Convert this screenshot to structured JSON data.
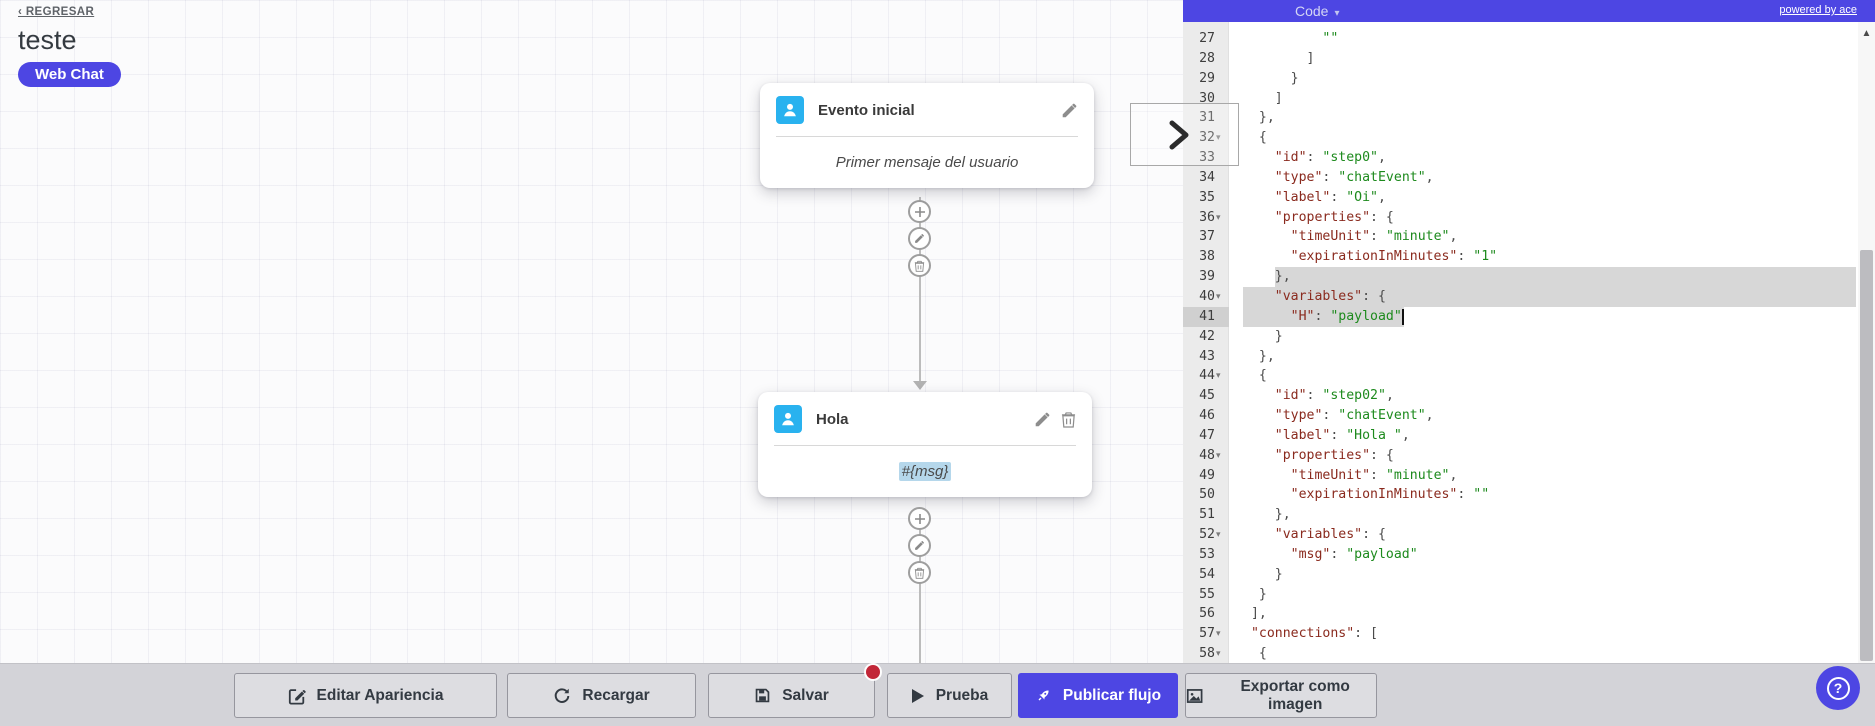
{
  "colors": {
    "accent": "#4d46e3",
    "icon_blue": "#29b2ef",
    "selection": "#d7d7d7",
    "badge_red": "#c22738",
    "code_key": "#8a2a1e",
    "code_string": "#1d8a1d",
    "code_punct": "#4a4a4a"
  },
  "header": {
    "back": "‹ REGRESAR",
    "title": "teste",
    "badge": "Web Chat"
  },
  "flow": {
    "node1": {
      "title": "Evento inicial",
      "body": "Primer mensaje del usuario"
    },
    "node2": {
      "title": "Hola",
      "body": "#{msg}"
    }
  },
  "code_panel": {
    "title": "Code",
    "title_caret": "▾",
    "powered_by": "powered by ace",
    "scroll_up_glyph": "▲",
    "lines": [
      {
        "n": 27,
        "ind": 10,
        "fold": false,
        "segs": [
          [
            "str",
            "\"\""
          ]
        ]
      },
      {
        "n": 28,
        "ind": 8,
        "fold": false,
        "segs": [
          [
            "punc",
            "]"
          ]
        ]
      },
      {
        "n": 29,
        "ind": 6,
        "fold": false,
        "segs": [
          [
            "punc",
            "}"
          ]
        ]
      },
      {
        "n": 30,
        "ind": 4,
        "fold": false,
        "segs": [
          [
            "punc",
            "]"
          ]
        ]
      },
      {
        "n": 31,
        "ind": 2,
        "fold": false,
        "segs": [
          [
            "punc",
            "},"
          ]
        ]
      },
      {
        "n": 32,
        "ind": 2,
        "fold": true,
        "segs": [
          [
            "punc",
            "{"
          ]
        ]
      },
      {
        "n": 33,
        "ind": 4,
        "fold": false,
        "segs": [
          [
            "key",
            "\"id\""
          ],
          [
            "punc",
            ": "
          ],
          [
            "str",
            "\"step0\""
          ],
          [
            "punc",
            ","
          ]
        ]
      },
      {
        "n": 34,
        "ind": 4,
        "fold": false,
        "segs": [
          [
            "key",
            "\"type\""
          ],
          [
            "punc",
            ": "
          ],
          [
            "str",
            "\"chatEvent\""
          ],
          [
            "punc",
            ","
          ]
        ]
      },
      {
        "n": 35,
        "ind": 4,
        "fold": false,
        "segs": [
          [
            "key",
            "\"label\""
          ],
          [
            "punc",
            ": "
          ],
          [
            "str",
            "\"Oi\""
          ],
          [
            "punc",
            ","
          ]
        ]
      },
      {
        "n": 36,
        "ind": 4,
        "fold": true,
        "segs": [
          [
            "key",
            "\"properties\""
          ],
          [
            "punc",
            ": {"
          ]
        ]
      },
      {
        "n": 37,
        "ind": 6,
        "fold": false,
        "segs": [
          [
            "key",
            "\"timeUnit\""
          ],
          [
            "punc",
            ": "
          ],
          [
            "str",
            "\"minute\""
          ],
          [
            "punc",
            ","
          ]
        ]
      },
      {
        "n": 38,
        "ind": 6,
        "fold": false,
        "segs": [
          [
            "key",
            "\"expirationInMinutes\""
          ],
          [
            "punc",
            ": "
          ],
          [
            "str",
            "\"1\""
          ]
        ]
      },
      {
        "n": 39,
        "ind": 4,
        "fold": false,
        "segs": [
          [
            "punc",
            "},"
          ]
        ],
        "sel": {
          "type": "tail",
          "col": 4
        }
      },
      {
        "n": 40,
        "ind": 4,
        "fold": true,
        "segs": [
          [
            "key",
            "\"variables\""
          ],
          [
            "punc",
            ": {"
          ]
        ],
        "sel": {
          "type": "full",
          "col": 0
        }
      },
      {
        "n": 41,
        "ind": 6,
        "fold": false,
        "segs": [
          [
            "key",
            "\"H\""
          ],
          [
            "punc",
            ": "
          ],
          [
            "str",
            "\"payload\""
          ]
        ],
        "sel": {
          "type": "head",
          "col": 20
        },
        "active": true,
        "cursor": 20
      },
      {
        "n": 42,
        "ind": 4,
        "fold": false,
        "segs": [
          [
            "punc",
            "}"
          ]
        ]
      },
      {
        "n": 43,
        "ind": 2,
        "fold": false,
        "segs": [
          [
            "punc",
            "},"
          ]
        ]
      },
      {
        "n": 44,
        "ind": 2,
        "fold": true,
        "segs": [
          [
            "punc",
            "{"
          ]
        ]
      },
      {
        "n": 45,
        "ind": 4,
        "fold": false,
        "segs": [
          [
            "key",
            "\"id\""
          ],
          [
            "punc",
            ": "
          ],
          [
            "str",
            "\"step02\""
          ],
          [
            "punc",
            ","
          ]
        ]
      },
      {
        "n": 46,
        "ind": 4,
        "fold": false,
        "segs": [
          [
            "key",
            "\"type\""
          ],
          [
            "punc",
            ": "
          ],
          [
            "str",
            "\"chatEvent\""
          ],
          [
            "punc",
            ","
          ]
        ]
      },
      {
        "n": 47,
        "ind": 4,
        "fold": false,
        "segs": [
          [
            "key",
            "\"label\""
          ],
          [
            "punc",
            ": "
          ],
          [
            "str",
            "\"Hola \""
          ],
          [
            "punc",
            ","
          ]
        ]
      },
      {
        "n": 48,
        "ind": 4,
        "fold": true,
        "segs": [
          [
            "key",
            "\"properties\""
          ],
          [
            "punc",
            ": {"
          ]
        ]
      },
      {
        "n": 49,
        "ind": 6,
        "fold": false,
        "segs": [
          [
            "key",
            "\"timeUnit\""
          ],
          [
            "punc",
            ": "
          ],
          [
            "str",
            "\"minute\""
          ],
          [
            "punc",
            ","
          ]
        ]
      },
      {
        "n": 50,
        "ind": 6,
        "fold": false,
        "segs": [
          [
            "key",
            "\"expirationInMinutes\""
          ],
          [
            "punc",
            ": "
          ],
          [
            "str",
            "\"\""
          ]
        ]
      },
      {
        "n": 51,
        "ind": 4,
        "fold": false,
        "segs": [
          [
            "punc",
            "},"
          ]
        ]
      },
      {
        "n": 52,
        "ind": 4,
        "fold": true,
        "segs": [
          [
            "key",
            "\"variables\""
          ],
          [
            "punc",
            ": {"
          ]
        ]
      },
      {
        "n": 53,
        "ind": 6,
        "fold": false,
        "segs": [
          [
            "key",
            "\"msg\""
          ],
          [
            "punc",
            ": "
          ],
          [
            "str",
            "\"payload\""
          ]
        ]
      },
      {
        "n": 54,
        "ind": 4,
        "fold": false,
        "segs": [
          [
            "punc",
            "}"
          ]
        ]
      },
      {
        "n": 55,
        "ind": 2,
        "fold": false,
        "segs": [
          [
            "punc",
            "}"
          ]
        ]
      },
      {
        "n": 56,
        "ind": 1,
        "fold": false,
        "segs": [
          [
            "punc",
            "],"
          ]
        ]
      },
      {
        "n": 57,
        "ind": 1,
        "fold": true,
        "segs": [
          [
            "key",
            "\"connections\""
          ],
          [
            "punc",
            ": ["
          ]
        ]
      },
      {
        "n": 58,
        "ind": 2,
        "fold": true,
        "segs": [
          [
            "punc",
            "{"
          ]
        ]
      }
    ]
  },
  "toolbar": {
    "buttons": [
      {
        "label": "Editar Apariencia"
      },
      {
        "label": "Recargar"
      },
      {
        "label": "Salvar"
      },
      {
        "label": "Prueba"
      },
      {
        "label": "Publicar flujo"
      },
      {
        "label": "Exportar como imagen"
      }
    ]
  },
  "help_button": {
    "label": "?"
  }
}
